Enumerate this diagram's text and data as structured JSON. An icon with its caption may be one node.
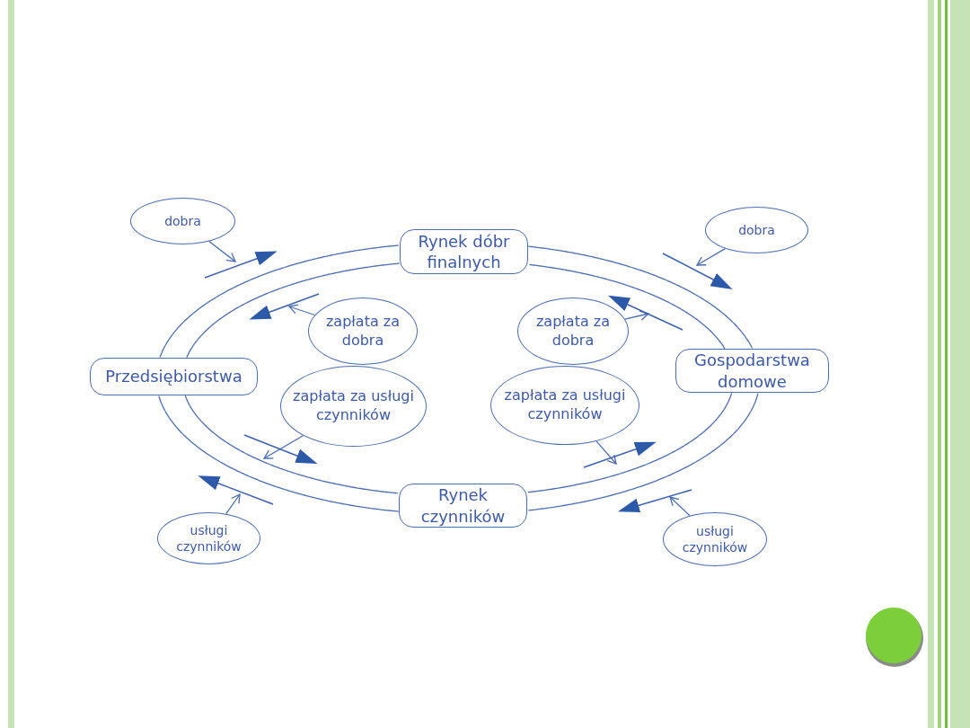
{
  "diagram": {
    "nodes": [
      {
        "text": [
          "Rynek dóbr finalnych"
        ]
      },
      {
        "text": [
          "Przedsiębiorstwa"
        ]
      },
      {
        "text": [
          "Gospodarstwa domowe"
        ]
      },
      {
        "text": [
          "Rynek czynników"
        ]
      },
      {
        "text": [
          "dobra"
        ]
      },
      {
        "text": [
          "dobra"
        ]
      },
      {
        "text": [
          "zapłata za dobra"
        ]
      },
      {
        "text": [
          "zapłata za usługi czynników"
        ]
      },
      {
        "text": [
          "zapłata za dobra"
        ]
      },
      {
        "text": [
          "zapłata za usługi czynników"
        ]
      },
      {
        "text": [
          "usługi czynników"
        ]
      },
      {
        "text": [
          "usługi czynników"
        ]
      }
    ],
    "edges": [
      {
        "from": 1,
        "to": 0,
        "arrow": "none"
      },
      {
        "from": 1,
        "to": 0,
        "arrow": "none"
      },
      {
        "from": 0,
        "to": 2,
        "arrow": "none"
      },
      {
        "from": 0,
        "to": 2,
        "arrow": "none"
      },
      {
        "from": 2,
        "to": 3,
        "arrow": "none"
      },
      {
        "from": 2,
        "to": 3,
        "arrow": "none"
      },
      {
        "from": 3,
        "to": 1,
        "arrow": "none"
      },
      {
        "from": 3,
        "to": 1,
        "arrow": "none"
      },
      {
        "from": 4,
        "to": null,
        "arrow": "to"
      },
      {
        "from": 5,
        "to": null,
        "arrow": "to"
      },
      {
        "from": 6,
        "to": null,
        "arrow": "to"
      },
      {
        "from": 8,
        "to": null,
        "arrow": "to"
      },
      {
        "from": 7,
        "to": null,
        "arrow": "to"
      },
      {
        "from": 9,
        "to": null,
        "arrow": "to"
      },
      {
        "from": 10,
        "to": null,
        "arrow": "to"
      },
      {
        "from": 11,
        "to": null,
        "arrow": "to"
      }
    ]
  }
}
